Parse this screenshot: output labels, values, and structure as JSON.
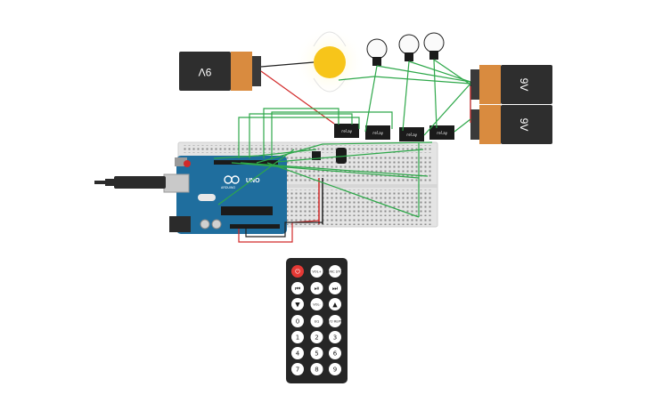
{
  "battery_left": {
    "label": "9V"
  },
  "battery_right_top": {
    "label": "9V"
  },
  "battery_right_bottom": {
    "label": "9V"
  },
  "arduino": {
    "board_name": "UNO",
    "brand": "ARDUINO"
  },
  "relays": [
    {
      "label": "relay"
    },
    {
      "label": "relay"
    },
    {
      "label": "relay"
    },
    {
      "label": "relay"
    }
  ],
  "remote": {
    "buttons": [
      {
        "name": "power",
        "label": "⏻"
      },
      {
        "name": "vol-up",
        "label": "VOL+"
      },
      {
        "name": "func-stop",
        "label": "FUNC STOP"
      },
      {
        "name": "rewind",
        "label": "⏮"
      },
      {
        "name": "play-pause",
        "label": "⏯"
      },
      {
        "name": "fast-forward",
        "label": "⏭"
      },
      {
        "name": "down",
        "label": "▼"
      },
      {
        "name": "vol-down",
        "label": "VOL-"
      },
      {
        "name": "up",
        "label": "▲"
      },
      {
        "name": "0",
        "label": "0"
      },
      {
        "name": "eq",
        "label": "EQ"
      },
      {
        "name": "st-rept",
        "label": "ST/ REPT"
      },
      {
        "name": "1",
        "label": "1"
      },
      {
        "name": "2",
        "label": "2"
      },
      {
        "name": "3",
        "label": "3"
      },
      {
        "name": "4",
        "label": "4"
      },
      {
        "name": "5",
        "label": "5"
      },
      {
        "name": "6",
        "label": "6"
      },
      {
        "name": "7",
        "label": "7"
      },
      {
        "name": "8",
        "label": "8"
      },
      {
        "name": "9",
        "label": "9"
      }
    ]
  },
  "colors": {
    "wire_green": "#2ea84a",
    "wire_red": "#d22a2a",
    "wire_black": "#222222",
    "arduino_blue": "#1f6e9e",
    "breadboard": "#e6e6e6",
    "battery_body": "#2e2e2e",
    "battery_cap": "#d98b3f",
    "bulb_on": "#f7c51a"
  }
}
